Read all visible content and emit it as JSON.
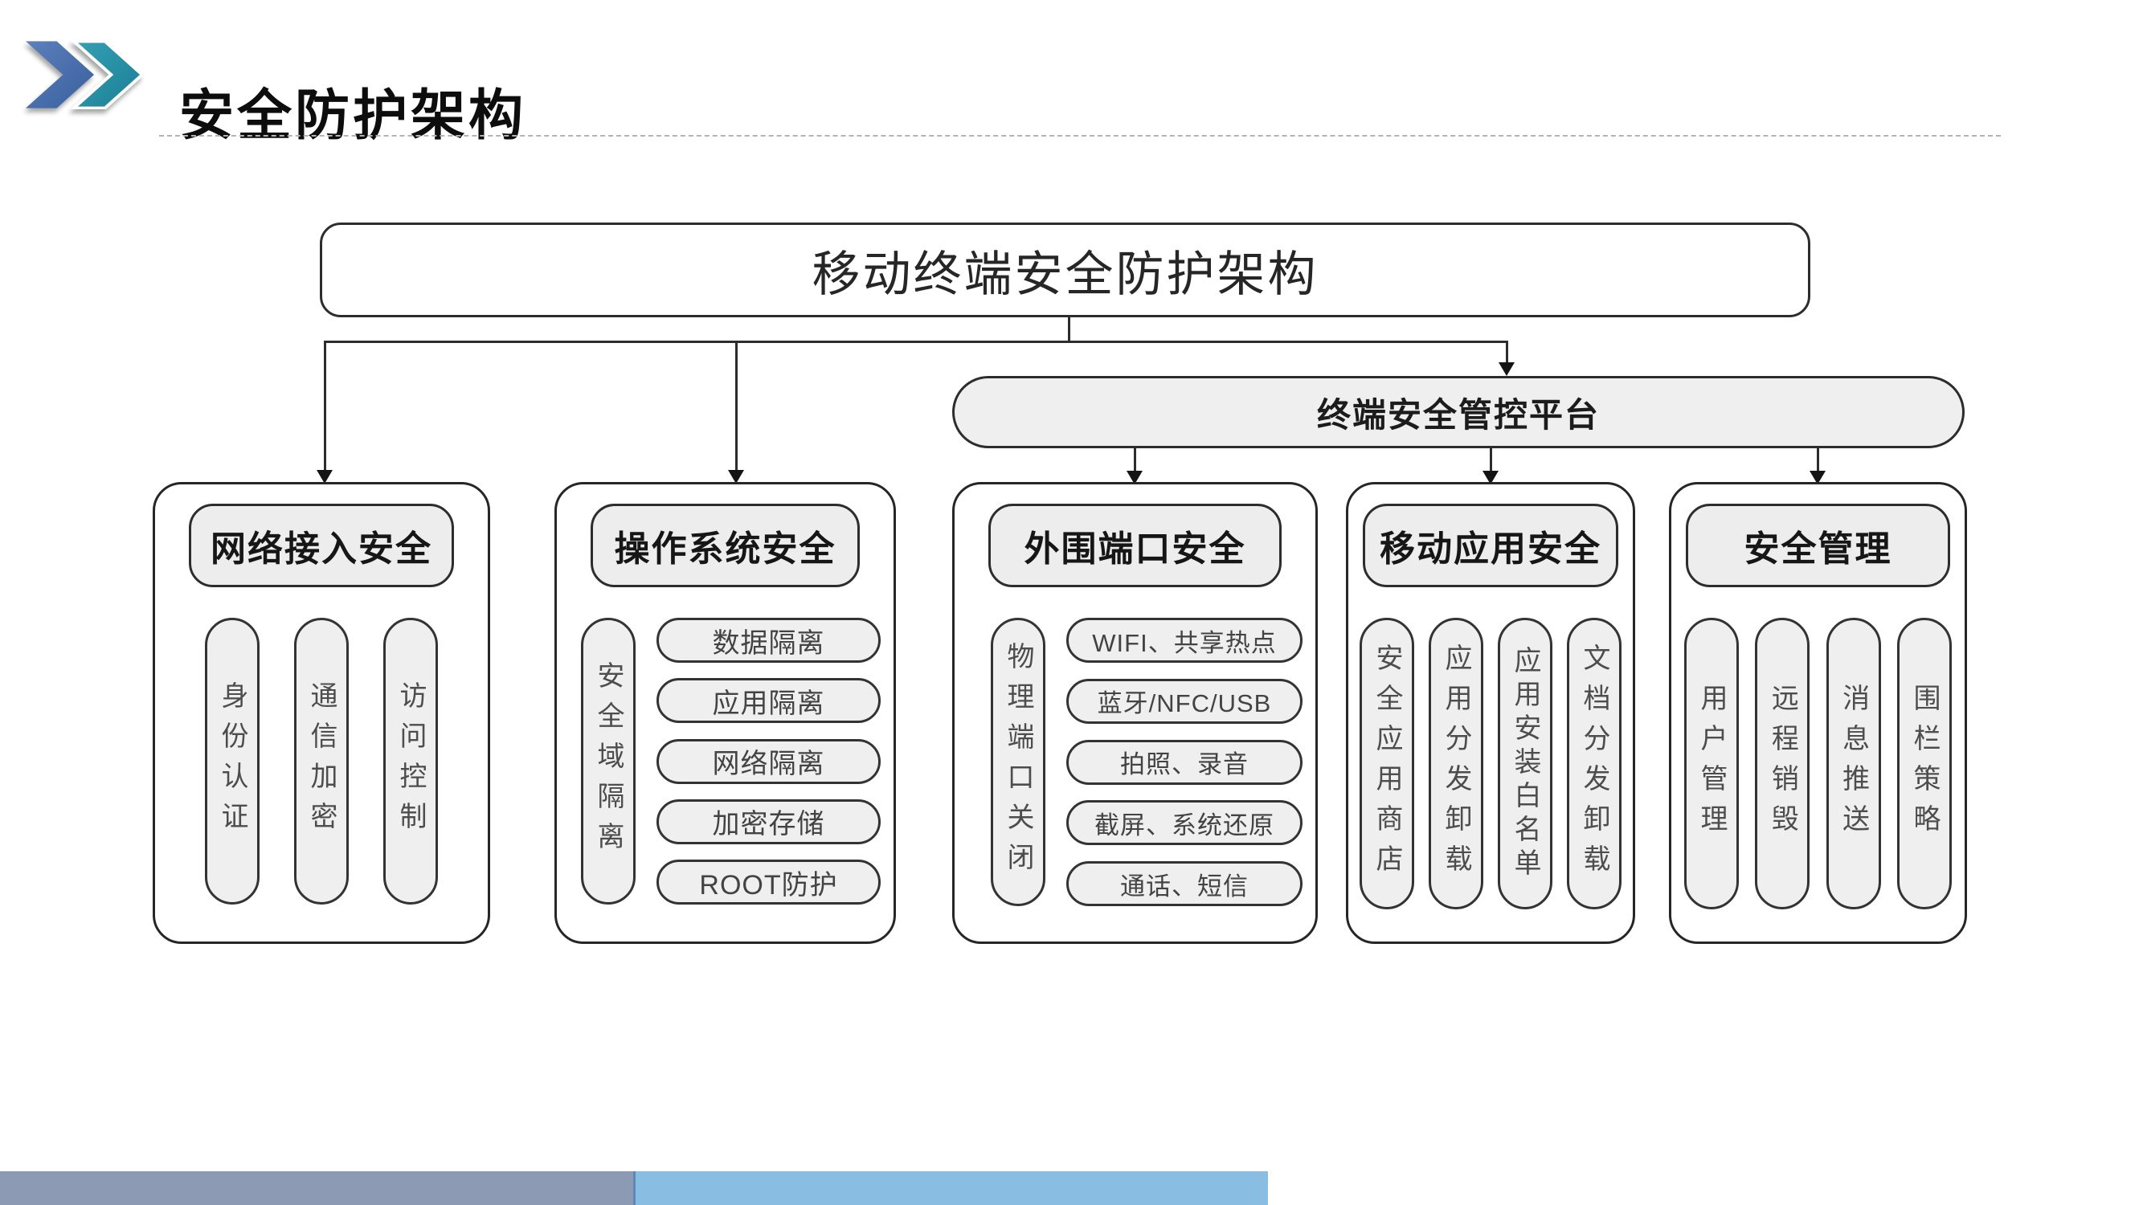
{
  "page": {
    "title": "安全防护架构"
  },
  "diagram": {
    "root": "移动终端安全防护架构",
    "platform": "终端安全管控平台",
    "columns": [
      {
        "header": "网络接入安全",
        "items": [
          "身份认证",
          "通信加密",
          "访问控制"
        ]
      },
      {
        "header": "操作系统安全",
        "side": "安全域隔离",
        "items": [
          "数据隔离",
          "应用隔离",
          "网络隔离",
          "加密存储",
          "ROOT防护"
        ]
      },
      {
        "header": "外围端口安全",
        "side": "物理端口关闭",
        "items": [
          "WIFI、共享热点",
          "蓝牙/NFC/USB",
          "拍照、录音",
          "截屏、系统还原",
          "通话、短信"
        ]
      },
      {
        "header": "移动应用安全",
        "items": [
          "安全应用商店",
          "应用分发卸载",
          "应用安装白名单",
          "文档分发卸载"
        ]
      },
      {
        "header": "安全管理",
        "items": [
          "用户管理",
          "远程销毁",
          "消息推送",
          "围栏策略"
        ]
      }
    ]
  },
  "colors": {
    "chevron_blue": "#3e68ab",
    "chevron_teal": "#2b92a8",
    "line": "#2d2d2d",
    "pill_fill": "#efefef",
    "footer_gray_blue": "#8c9ab3",
    "footer_light_blue": "#89bde1"
  }
}
